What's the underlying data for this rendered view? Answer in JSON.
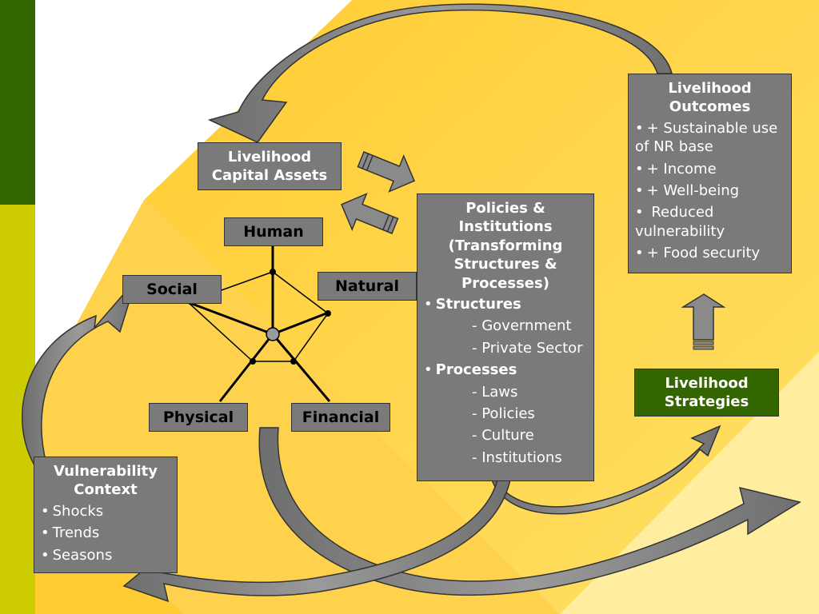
{
  "colors": {
    "dark_green": "#336600",
    "lime": "#cccc00",
    "gold": "#ffcc33",
    "box_gray": "#7a7a7a",
    "arrow_gray": "#808080"
  },
  "capital_assets": {
    "title": "Livelihood Capital Assets"
  },
  "pentagon": {
    "human": "Human",
    "social": "Social",
    "natural": "Natural",
    "physical": "Physical",
    "financial": "Financial"
  },
  "policies": {
    "title": "Policies & Institutions (Transforming Structures & Processes)",
    "structures_label": "Structures",
    "structures": [
      "- Government",
      "- Private Sector"
    ],
    "processes_label": "Processes",
    "processes": [
      "- Laws",
      "- Policies",
      "- Culture",
      "- Institutions"
    ]
  },
  "outcomes": {
    "title": "Livelihood Outcomes",
    "items": [
      "+ Sustainable use of NR base",
      "+ Income",
      "+ Well-being",
      " Reduced vulnerability",
      "+ Food security"
    ]
  },
  "strategies": {
    "title": "Livelihood Strategies"
  },
  "vulnerability": {
    "title": "Vulnerability Context",
    "items": [
      "Shocks",
      "Trends",
      "Seasons"
    ]
  },
  "icons": [
    "right-arrow-icon",
    "left-arrow-icon",
    "up-arrow-icon"
  ]
}
